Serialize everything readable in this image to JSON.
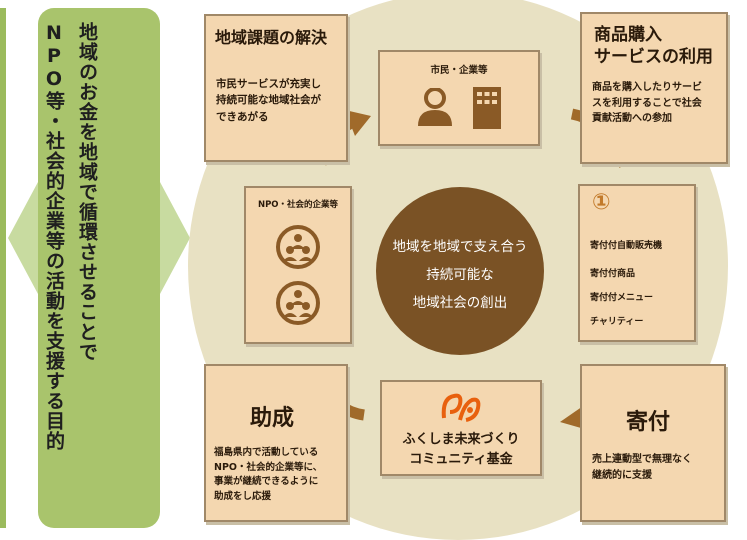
{
  "banner": {
    "line1": "地域のお金を地域で循環させることで",
    "line2": "NPO等・社会的企業等の活動を支援する目的"
  },
  "center": {
    "line1": "地域を地域で支え合う",
    "line2": "持続可能な",
    "line3": "地域社会の創出"
  },
  "solution": {
    "title": "地域課題の解決",
    "desc1": "市民サービスが充実し",
    "desc2": "持続可能な地域社会が",
    "desc3": "できあがる"
  },
  "citizens": {
    "label": "市民・企業等"
  },
  "purchase": {
    "title1": "商品購入",
    "title2": "サービスの利用",
    "desc1": "商品を購入したりサービ",
    "desc2": "スを利用することで社会",
    "desc3": "貢献活動への参加"
  },
  "items": {
    "number": "①",
    "list": [
      "寄付付自動販売機",
      "寄付付商品",
      "寄付付メニュー",
      "チャリティー"
    ]
  },
  "npo": {
    "label": "NPO・社会的企業等"
  },
  "donation": {
    "title": "寄付",
    "desc1": "売上連動型で無理なく",
    "desc2": "継続的に支援"
  },
  "fund": {
    "line1": "ふくしま未来づくり",
    "line2": "コミュニティ基金"
  },
  "grant": {
    "title": "助成",
    "desc1": "福島県内で活動している",
    "desc2": "NPO・社会的企業等に、",
    "desc3": "事業が継続できるように",
    "desc4": "助成をし応援"
  },
  "colors": {
    "banner_green": "#a9c46c",
    "circle_beige": "#e8e1c3",
    "center_brown": "#7a5225",
    "arrow_brown": "#a06a2a",
    "box_peach": "#f4d7b0",
    "logo_orange": "#e8600e"
  }
}
